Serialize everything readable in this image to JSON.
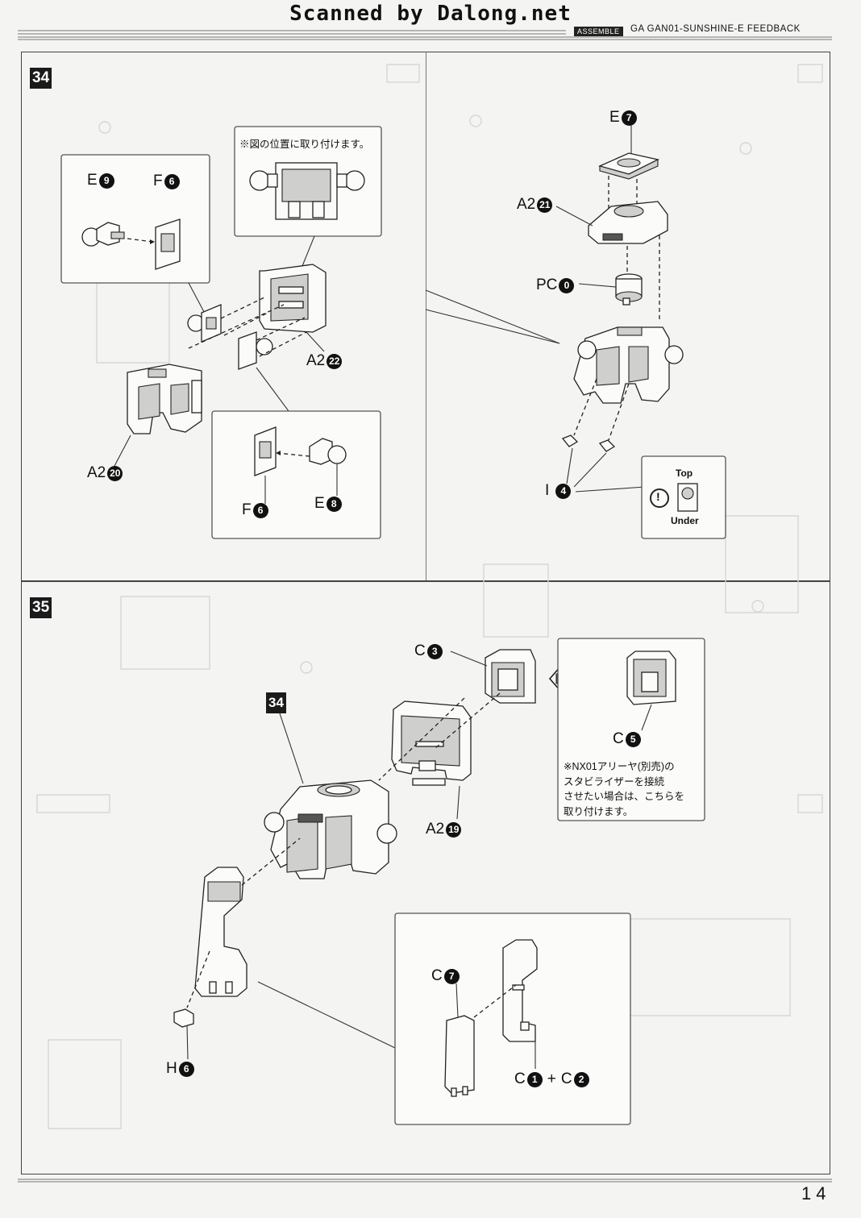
{
  "header": {
    "scan_credit": "Scanned by Dalong.net",
    "section_tag": "ASSEMBLE",
    "model_name": "GA GAN01-SUNSHINE-E FEEDBACK"
  },
  "page_number": "14",
  "step34": {
    "badge": "34",
    "note_position": "※図の位置に取り付けます。",
    "inset_top": {
      "e_letter": "E",
      "e_num": "9",
      "f_letter": "F",
      "f_num": "6"
    },
    "inset_bottom": {
      "f_letter": "F",
      "f_num": "6",
      "e_letter": "E",
      "e_num": "8"
    },
    "label_a2_22": {
      "letter": "A2",
      "num": "22"
    },
    "label_a2_20": {
      "letter": "A2",
      "num": "20"
    },
    "label_e7": {
      "letter": "E",
      "num": "7"
    },
    "label_a2_21": {
      "letter": "A2",
      "num": "21"
    },
    "label_pc0": {
      "letter": "PC",
      "num": "0"
    },
    "label_i4": {
      "letter": "I",
      "num": "4"
    },
    "orientation": {
      "top": "Top",
      "under": "Under"
    }
  },
  "step35": {
    "badge": "35",
    "ref_badge": "34",
    "label_c3": {
      "letter": "C",
      "num": "3"
    },
    "label_c5": {
      "letter": "C",
      "num": "5"
    },
    "label_a2_19": {
      "letter": "A2",
      "num": "19"
    },
    "label_h6": {
      "letter": "H",
      "num": "6"
    },
    "label_c7": {
      "letter": "C",
      "num": "7"
    },
    "label_c1c2": {
      "l1": "C",
      "n1": "1",
      "plus": "+",
      "l2": "C",
      "n2": "2"
    },
    "option_note": "※NX01アリーヤ(別売)の\nスタビライザーを接続\nさせたい場合は、こちらを\n取り付けます。"
  }
}
